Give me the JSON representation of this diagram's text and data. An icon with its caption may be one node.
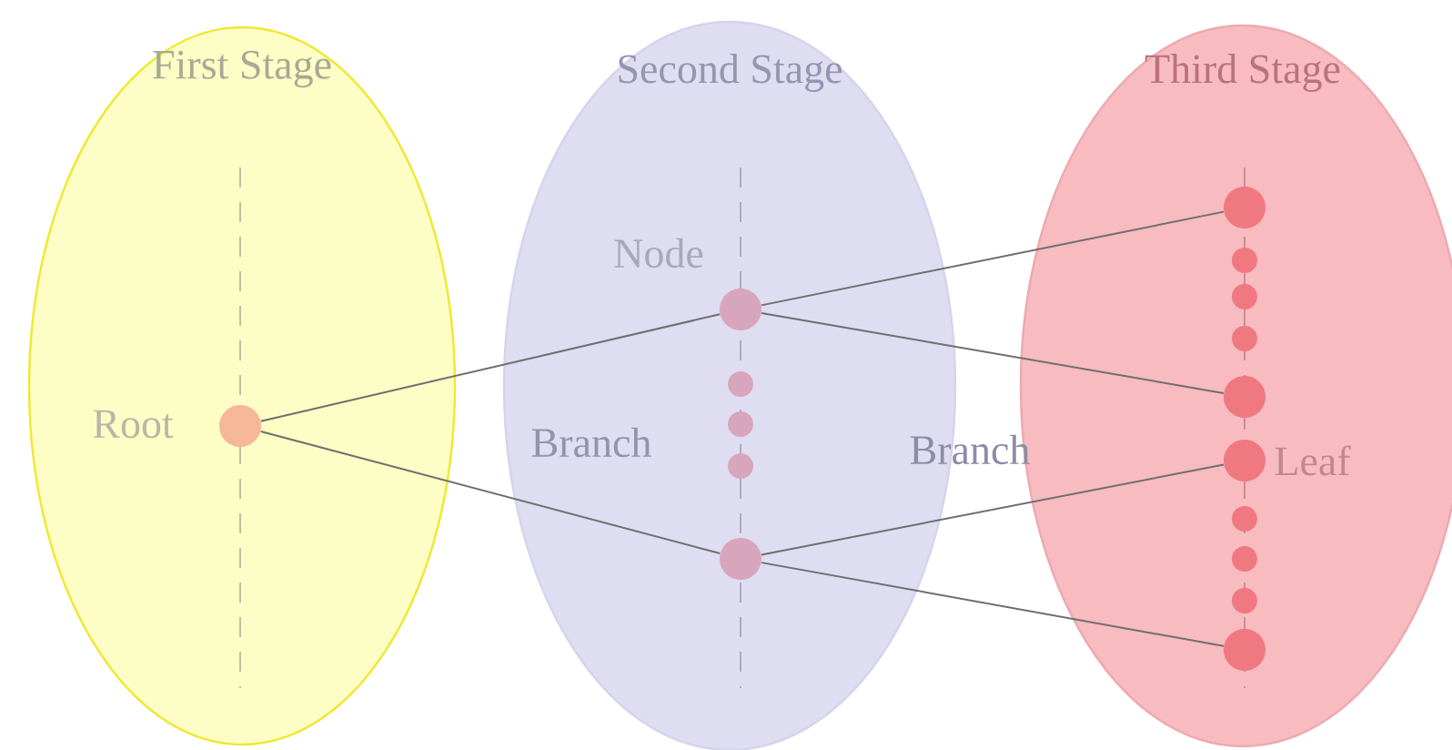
{
  "diagram": {
    "nodes": [
      {
        "text": [
          "First Stage"
        ]
      },
      {
        "text": [
          "Second Stage"
        ]
      },
      {
        "text": [
          "Third Stage"
        ]
      },
      {
        "text": [],
        "shape": "circle",
        "in": 0,
        "beside": [
          "Root"
        ]
      },
      {
        "text": [],
        "shape": "circle",
        "in": 1,
        "beside": [
          "Node"
        ]
      },
      {
        "text": [],
        "shape": "circle",
        "in": 1
      },
      {
        "text": [],
        "shape": "circle",
        "in": 1
      },
      {
        "text": [],
        "shape": "circle",
        "in": 1
      },
      {
        "text": [],
        "shape": "circle",
        "in": 1
      },
      {
        "text": [],
        "shape": "circle",
        "in": 2
      },
      {
        "text": [],
        "shape": "circle",
        "in": 2
      },
      {
        "text": [],
        "shape": "circle",
        "in": 2
      },
      {
        "text": [],
        "shape": "circle",
        "in": 2
      },
      {
        "text": [],
        "shape": "circle",
        "in": 2
      },
      {
        "text": [],
        "shape": "circle",
        "in": 2,
        "beside": [
          "Leaf"
        ]
      },
      {
        "text": [],
        "shape": "circle",
        "in": 2
      },
      {
        "text": [],
        "shape": "circle",
        "in": 2
      },
      {
        "text": [],
        "shape": "circle",
        "in": 2
      },
      {
        "text": [],
        "shape": "circle",
        "in": 2
      }
    ],
    "edges": [
      {
        "from": 3,
        "to": 4,
        "arrow": "none"
      },
      {
        "from": 3,
        "to": 8,
        "arrow": "none"
      },
      {
        "from": 4,
        "to": 9,
        "arrow": "none"
      },
      {
        "from": 4,
        "to": 13,
        "arrow": "none"
      },
      {
        "from": 8,
        "to": 14,
        "arrow": "none"
      },
      {
        "from": 8,
        "to": 18,
        "arrow": "none"
      }
    ],
    "labels": [
      "Branch",
      "Branch"
    ]
  }
}
